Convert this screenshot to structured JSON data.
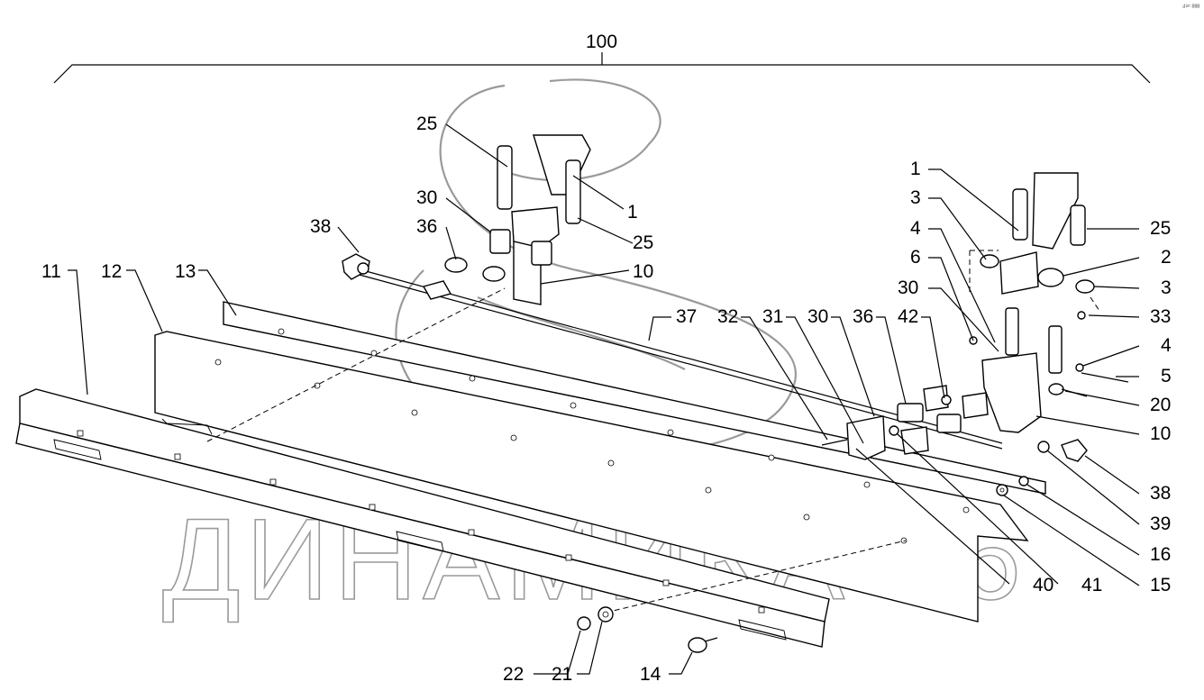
{
  "corner_mark": "₫²⁰ ᴮᴮᴮ",
  "assembly_label": "100",
  "watermark": "ДИНАМИКА 76",
  "callouts": {
    "c11": "11",
    "c12": "12",
    "c13": "13",
    "c25a": "25",
    "c30a": "30",
    "c36a": "36",
    "c38a": "38",
    "c1a": "1",
    "c25b": "25",
    "c10a": "10",
    "c37": "37",
    "c32": "32",
    "c31": "31",
    "c30b": "30",
    "c36b": "36",
    "c42": "42",
    "c1b": "1",
    "c3a": "3",
    "c4a": "4",
    "c6": "6",
    "c30c": "30",
    "c25c": "25",
    "c2": "2",
    "c3b": "3",
    "c33": "33",
    "c4b": "4",
    "c5": "5",
    "c20": "20",
    "c10b": "10",
    "c38b": "38",
    "c39": "39",
    "c16": "16",
    "c15": "15",
    "c41": "41",
    "c40": "40",
    "c22": "22",
    "c21": "21",
    "c14": "14"
  }
}
